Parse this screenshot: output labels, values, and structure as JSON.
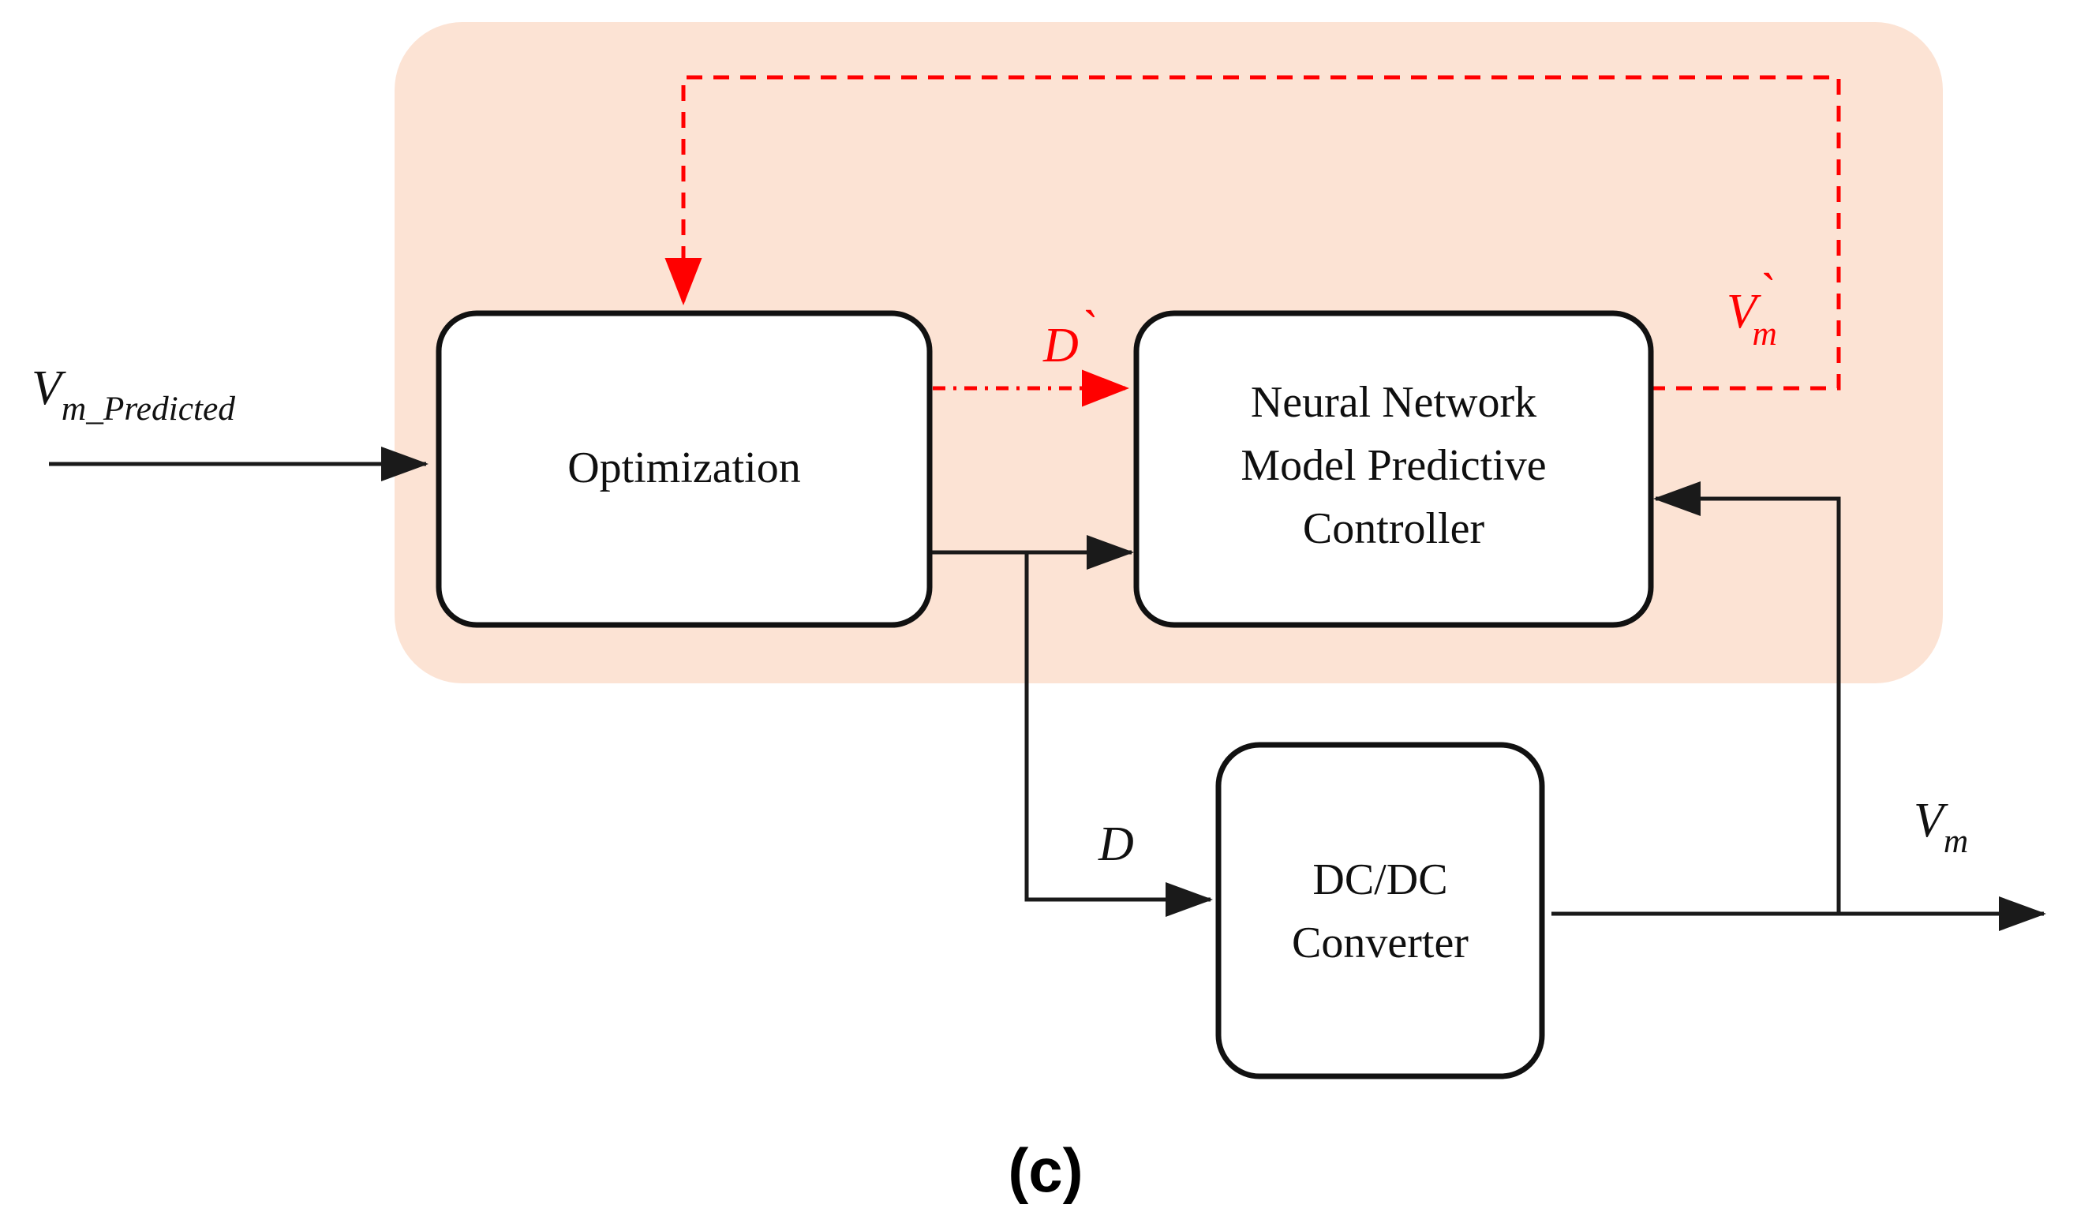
{
  "figure": {
    "caption": "(c)",
    "background_color": "#ffffff",
    "panel_color": "#fce3d4",
    "line_color": "#1a1a1a",
    "accent_color": "#ff0000"
  },
  "panel": {
    "name": "nn-mpc-controller-region"
  },
  "blocks": [
    {
      "id": "optimization",
      "lines": [
        "Optimization"
      ]
    },
    {
      "id": "nn-mpc",
      "lines": [
        "Neural Network",
        "Model Predictive",
        "Controller"
      ]
    },
    {
      "id": "dcdc",
      "lines": [
        "DC/DC",
        "Converter"
      ]
    }
  ],
  "labels": {
    "input_signal": {
      "base": "V",
      "sub": "m_Predicted",
      "color": "#111111"
    },
    "duty_estimate": {
      "base": "D",
      "prime": "`",
      "color": "#ff0000"
    },
    "voltage_estimate": {
      "base": "V",
      "sub": "m",
      "prime": "`",
      "color": "#ff0000"
    },
    "duty": {
      "base": "D",
      "color": "#111111"
    },
    "measured_voltage": {
      "base": "V",
      "sub": "m",
      "color": "#111111"
    }
  },
  "edges": [
    {
      "id": "input-to-optimization",
      "style": "solid",
      "color": "#1a1a1a"
    },
    {
      "id": "optimization-to-nnmpc",
      "style": "solid",
      "color": "#1a1a1a"
    },
    {
      "id": "duty-branch-to-dcdc",
      "style": "solid",
      "color": "#1a1a1a"
    },
    {
      "id": "dcdc-output",
      "style": "solid",
      "color": "#1a1a1a"
    },
    {
      "id": "vm-feedback-to-nnmpc",
      "style": "solid",
      "color": "#1a1a1a"
    },
    {
      "id": "dprime-nnmpc-input",
      "style": "dash-dot",
      "color": "#ff0000"
    },
    {
      "id": "vmprime-feedback-to-optimization",
      "style": "dashed",
      "color": "#ff0000"
    }
  ]
}
